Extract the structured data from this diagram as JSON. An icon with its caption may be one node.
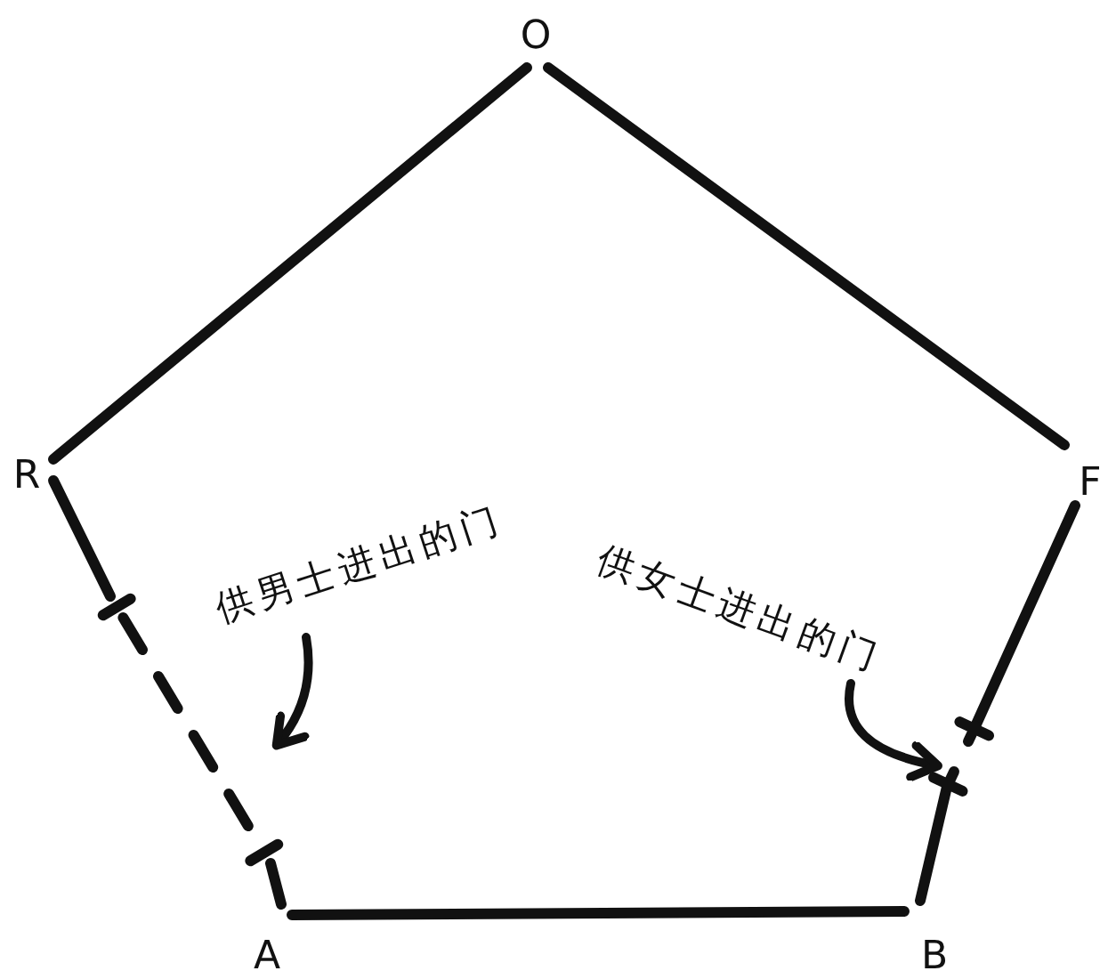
{
  "diagram": {
    "nodes": [
      {
        "text": [
          "O"
        ]
      },
      {
        "text": [
          "R"
        ]
      },
      {
        "text": [
          "F"
        ]
      },
      {
        "text": [
          "A"
        ]
      },
      {
        "text": [
          "B"
        ]
      },
      {
        "text": [
          "供男士进出的门"
        ]
      },
      {
        "text": [
          "供女士进出的门"
        ]
      },
      {
        "text": [],
        "shape": "door"
      },
      {
        "text": [],
        "shape": "door"
      }
    ],
    "edges": [
      {
        "from": 0,
        "to": 1,
        "arrow": "none"
      },
      {
        "from": 0,
        "to": 2,
        "arrow": "none"
      },
      {
        "from": 1,
        "to": 7,
        "arrow": "none"
      },
      {
        "from": 7,
        "to": 3,
        "arrow": "none"
      },
      {
        "from": 3,
        "to": 4,
        "arrow": "none"
      },
      {
        "from": 2,
        "to": 8,
        "arrow": "none"
      },
      {
        "from": 8,
        "to": 4,
        "arrow": "none"
      },
      {
        "from": 5,
        "to": 7,
        "arrow": "to"
      },
      {
        "from": 6,
        "to": 8,
        "arrow": "to"
      }
    ]
  }
}
